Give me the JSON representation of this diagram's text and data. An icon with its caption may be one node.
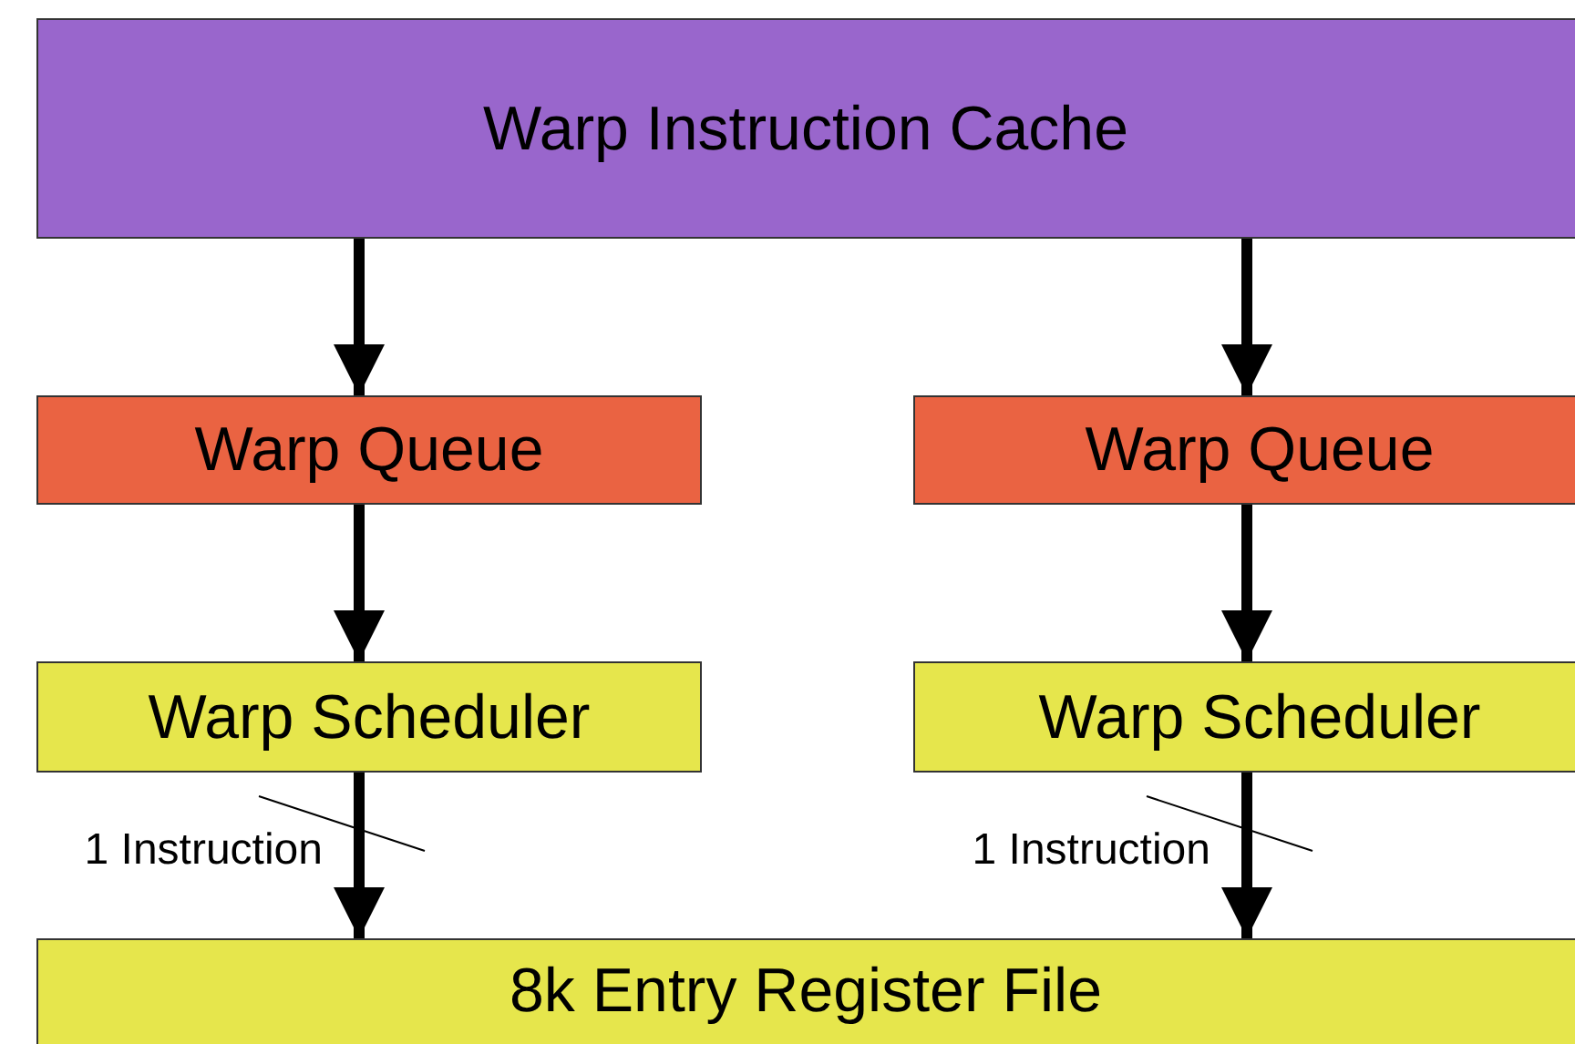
{
  "diagram": {
    "nodes": [
      {
        "text": [
          "Warp Instruction Cache"
        ]
      },
      {
        "text": [
          "Warp Queue"
        ]
      },
      {
        "text": [
          "Warp Queue"
        ]
      },
      {
        "text": [
          "Warp Scheduler"
        ]
      },
      {
        "text": [
          "Warp Scheduler"
        ]
      },
      {
        "text": [
          "8k Entry Register File"
        ]
      }
    ],
    "edges": [
      {
        "from": 0,
        "to": 1,
        "arrow": "to"
      },
      {
        "from": 0,
        "to": 2,
        "arrow": "to"
      },
      {
        "from": 1,
        "to": 3,
        "arrow": "to"
      },
      {
        "from": 2,
        "to": 4,
        "arrow": "to"
      },
      {
        "from": 3,
        "to": 5,
        "arrow": "to",
        "label": "1 Instruction"
      },
      {
        "from": 4,
        "to": 5,
        "arrow": "to",
        "label": "1 Instruction"
      }
    ]
  }
}
